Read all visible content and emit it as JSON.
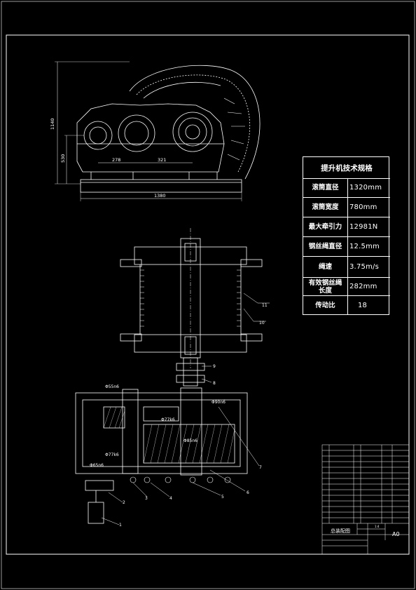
{
  "spec_table": {
    "title": "提升机技术规格",
    "rows": [
      {
        "key": "滚筒直径",
        "value": "1320mm"
      },
      {
        "key": "滚筒宽度",
        "value": "780mm"
      },
      {
        "key": "最大牵引力",
        "value": "12981N"
      },
      {
        "key": "钢丝绳直径",
        "value": "12.5mm"
      },
      {
        "key": "绳速",
        "value": "3.75m/s"
      },
      {
        "key": "有效钢丝绳长度",
        "value": "282mm"
      },
      {
        "key": "传动比",
        "value": "18"
      }
    ]
  },
  "dimensions": {
    "height_total": "1140",
    "height_axis": "530",
    "width_total": "1380",
    "center_dist_1": "278",
    "center_dist_2": "321"
  },
  "fits": {
    "f1": "Φ55n6",
    "f2": "Φ90n6",
    "f3": "Φ77k6",
    "f4": "Φ77k6",
    "f5": "Φ65n6",
    "f6": "Φ85n6"
  },
  "part_labels": [
    "1",
    "2",
    "3",
    "4",
    "5",
    "6",
    "7",
    "8",
    "9",
    "10",
    "11"
  ],
  "title_block": {
    "drawing_name": "总装配图",
    "sheet_size": "A0",
    "scale": "1:4"
  },
  "colors": {
    "background": "#000000",
    "lines": "#ffffff",
    "hatch": "#d8d8d8"
  }
}
